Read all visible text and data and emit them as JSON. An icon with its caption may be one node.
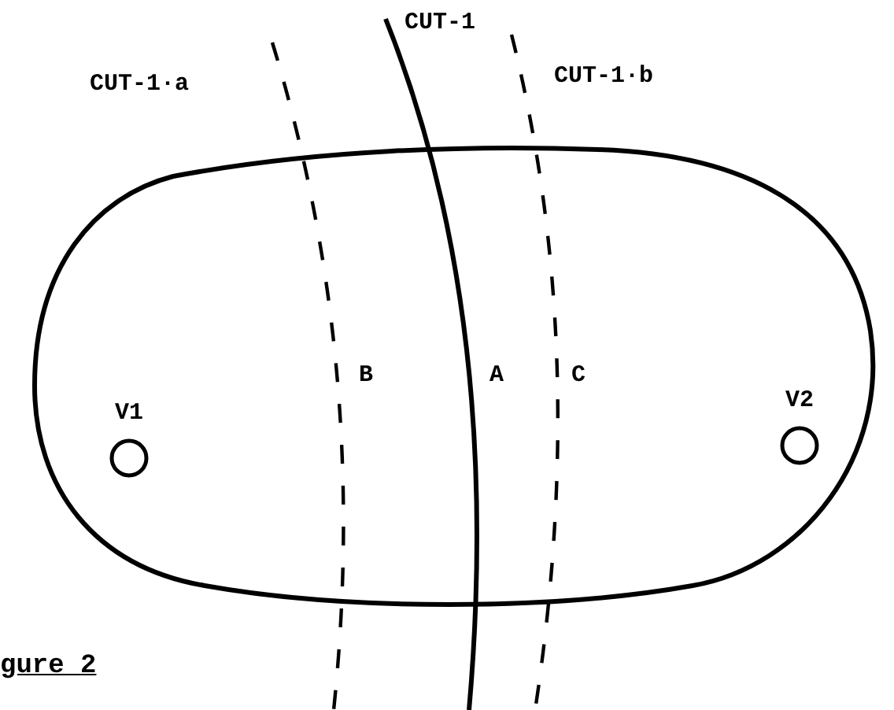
{
  "diagram": {
    "caption": "gure 2",
    "nodes": [
      {
        "text": [],
        "shape": "oval"
      },
      {
        "text": [
          "V1"
        ],
        "in": 0
      },
      {
        "text": [
          "V2"
        ],
        "in": 0
      }
    ],
    "labels": [
      "CUT-1·a",
      "CUT-1",
      "CUT-1·b",
      "B",
      "A",
      "C"
    ]
  }
}
